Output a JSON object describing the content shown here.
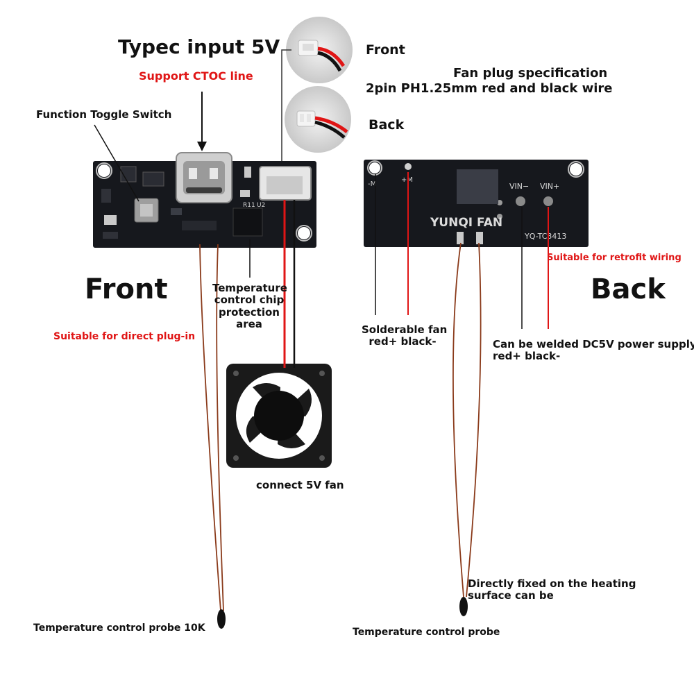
{
  "labels": {
    "typec_input": "Typec input 5V",
    "support_ctoc": "Support CTOC line",
    "function_toggle": "Function Toggle Switch",
    "front_plug": "Front",
    "back_plug": "Back",
    "fan_plug_spec_1": "Fan plug specification",
    "fan_plug_spec_2": "2pin PH1.25mm red and black wire",
    "front_heading": "Front",
    "back_heading": "Back",
    "temp_chip_1": "Temperature",
    "temp_chip_2": "control chip",
    "temp_chip_3": "protection",
    "temp_chip_4": "area",
    "suitable_direct": "Suitable for direct plug-in",
    "suitable_retrofit": "Suitable for retrofit wiring",
    "solderable_fan_1": "Solderable fan",
    "solderable_fan_2": "red+ black-",
    "welded_power_1": "Can be welded DC5V power supply",
    "welded_power_2": "red+ black-",
    "connect_fan": "connect 5V fan",
    "directly_fixed_1": "Directly fixed on the heating",
    "directly_fixed_2": "surface can be",
    "probe_10k": "Temperature control probe 10K",
    "probe": "Temperature control probe"
  },
  "board_text": {
    "pad_minus_m": "-M",
    "pad_plus_m": "+M",
    "vin_minus": "VIN−",
    "vin_plus": "VIN+",
    "logo": "YUNQI FAN",
    "model": "YQ-TC3413",
    "r11": "R11",
    "u2": "U2"
  },
  "colors": {
    "pcb": "#16181d",
    "wire_red": "#e01515",
    "accent_text": "#e01515",
    "text": "#111111"
  }
}
